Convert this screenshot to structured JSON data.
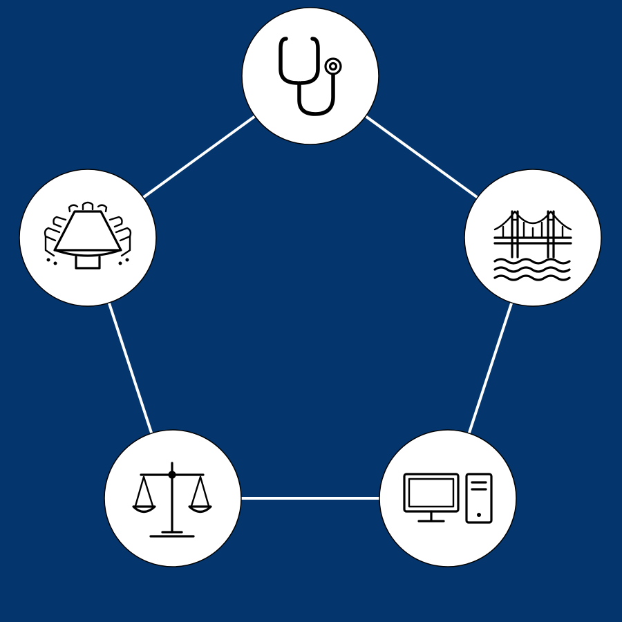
{
  "colors": {
    "background": "#04366d",
    "edge": "#ffffff",
    "node_fill": "#ffffff",
    "node_stroke": "#000000",
    "icon": "#000000"
  },
  "nodes": [
    {
      "id": "top",
      "icon": "stethoscope-icon"
    },
    {
      "id": "upper-right",
      "icon": "suspension-bridge-icon"
    },
    {
      "id": "lower-right",
      "icon": "desktop-computer-icon"
    },
    {
      "id": "lower-left",
      "icon": "scales-of-justice-icon"
    },
    {
      "id": "upper-left",
      "icon": "conference-table-icon"
    }
  ],
  "edges": [
    [
      "top",
      "upper-right"
    ],
    [
      "upper-right",
      "lower-right"
    ],
    [
      "lower-right",
      "lower-left"
    ],
    [
      "lower-left",
      "upper-left"
    ],
    [
      "upper-left",
      "top"
    ]
  ]
}
